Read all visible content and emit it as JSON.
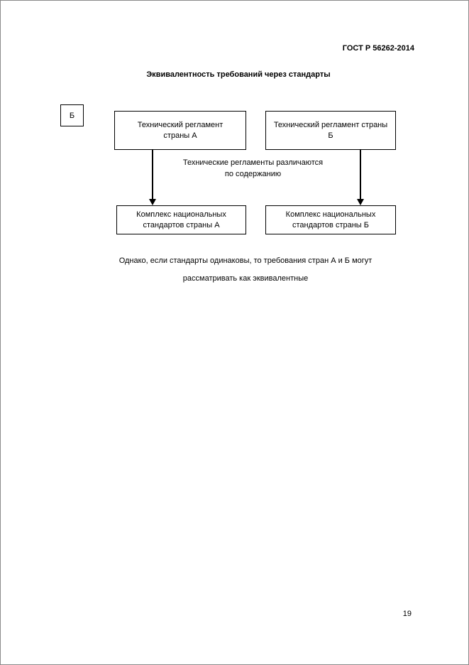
{
  "header": {
    "doc_number": "ГОСТ Р 56262-2014"
  },
  "diagram": {
    "title": "Эквивалентность требований через стандарты",
    "side_label": "Б",
    "nodes": {
      "top_left": {
        "line1": "Технический регламент",
        "line2": "страны А"
      },
      "top_right": {
        "line1": "Технический регламент страны",
        "line2": "Б"
      },
      "bottom_left": {
        "line1": "Комплекс национальных",
        "line2": "стандартов страны А"
      },
      "bottom_right": {
        "line1": "Комплекс национальных",
        "line2": "стандартов страны Б"
      }
    },
    "connector_note": {
      "line1": "Технические регламенты различаются",
      "line2": "по содержанию"
    },
    "conclusion": {
      "line1": "Однако, если стандарты одинаковы, то требования стран А и Б могут",
      "line2": "рассматривать как эквивалентные"
    }
  },
  "footer": {
    "page_number": "19"
  }
}
